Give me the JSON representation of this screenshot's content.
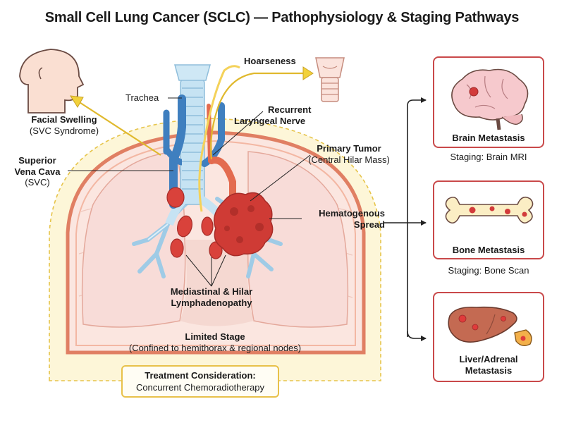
{
  "title": "Small Cell Lung Cancer (SCLC) — Pathophysiology & Staging Pathways",
  "labels": {
    "trachea": "Trachea",
    "hoarseness": "Hoarseness",
    "facial_swelling": "Facial Swelling",
    "facial_swelling_sub": "(SVC Syndrome)",
    "svc_line1": "Superior",
    "svc_line2": "Vena Cava",
    "svc_line3": "(SVC)",
    "rln_line1": "Recurrent",
    "rln_line2": "Laryngeal Nerve",
    "tumor": "Primary Tumor",
    "tumor_sub": "(Central Hilar Mass)",
    "hema_line1": "Hematogenous",
    "hema_line2": "Spread",
    "nodes_line1": "Mediastinal & Hilar",
    "nodes_line2": "Lymphadenopathy",
    "limited_stage": "Limited Stage",
    "limited_stage_sub": "(Confined to hemithorax & regional nodes)"
  },
  "treatment": {
    "title": "Treatment Consideration:",
    "text": "Concurrent Chemoradiotherapy"
  },
  "metastasis": [
    {
      "title": "Brain Metastasis",
      "staging": "Staging: Brain MRI",
      "icon": "brain-icon"
    },
    {
      "title": "Bone Metastasis",
      "staging": "Staging: Bone Scan",
      "icon": "bone-icon"
    },
    {
      "title_line1": "Liver/Adrenal",
      "title_line2": "Metastasis",
      "icon": "liver-adrenal-icon"
    }
  ],
  "colors": {
    "limited_zone": "#fdf6d8",
    "limited_border": "#e6c44a",
    "lung": "#f8dcd8",
    "pleura": "#e07f63",
    "airway": "#b9dcef",
    "svc": "#3f7fbf",
    "tumor": "#cf3b35",
    "card_border": "#c9494a",
    "arrow_yellow": "#f2d13b"
  }
}
